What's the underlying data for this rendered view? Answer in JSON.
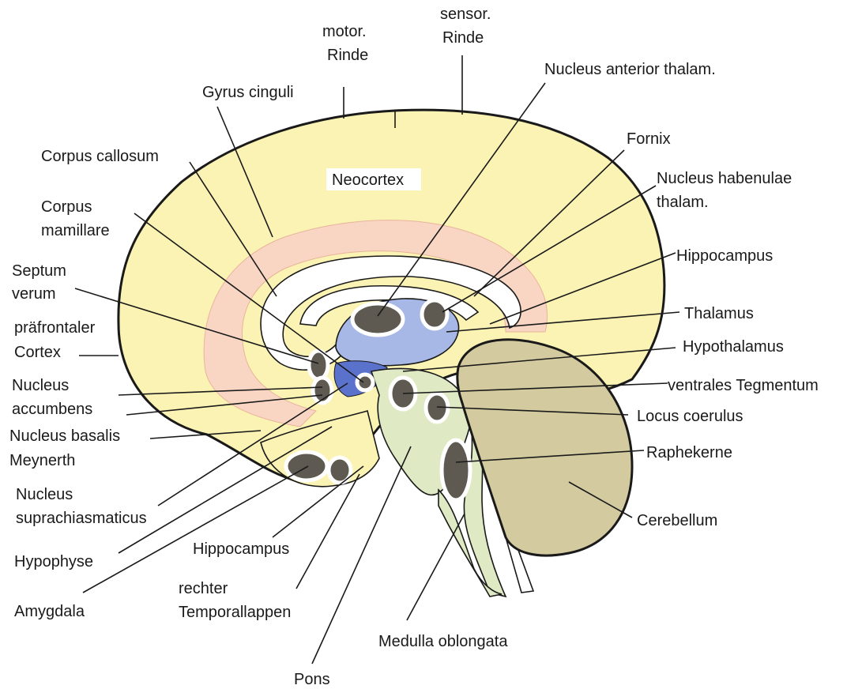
{
  "labels": {
    "neocortex": "Neocortex",
    "motor_1": "motor.",
    "motor_2": "Rinde",
    "sensor_1": "sensor.",
    "sensor_2": "Rinde",
    "nucleus_anterior": "Nucleus anterior thalam.",
    "gyrus_cinguli": "Gyrus cinguli",
    "fornix": "Fornix",
    "corpus_callosum": "Corpus callosum",
    "nucleus_habenulae_1": "Nucleus habenulae",
    "nucleus_habenulae_2": "thalam.",
    "corpus_mamillare_1": "Corpus",
    "corpus_mamillare_2": "mamillare",
    "hippocampus_right": "Hippocampus",
    "septum_1": "Septum",
    "septum_2": "verum",
    "thalamus": "Thalamus",
    "praefrontal_1": "präfrontaler",
    "praefrontal_2": "Cortex",
    "hypothalamus": "Hypothalamus",
    "accumbens_1": "Nucleus",
    "accumbens_2": "accumbens",
    "ventral_tegmentum": "ventrales Tegmentum",
    "locus_coerulus": "Locus coerulus",
    "basalis_1": "Nucleus basalis",
    "basalis_2": "Meynerth",
    "raphekerne": "Raphekerne",
    "suprachiasmaticus_1": "Nucleus",
    "suprachiasmaticus_2": "suprachiasmaticus",
    "cerebellum": "Cerebellum",
    "hypophyse": "Hypophyse",
    "hippocampus_bottom": "Hippocampus",
    "temporal_1": "rechter",
    "temporal_2": "Temporallappen",
    "amygdala": "Amygdala",
    "medulla": "Medulla oblongata",
    "pons": "Pons"
  },
  "colors": {
    "cortex": "#fbf3b4",
    "cingulate": "#f9d6c4",
    "thalamus": "#a8b8e6",
    "hypothalamus": "#5a72cc",
    "brainstem": "#dfeac4",
    "cerebellum": "#d3cb9f",
    "nucleus": "#5e5a52",
    "outline": "#1a1a1a"
  }
}
